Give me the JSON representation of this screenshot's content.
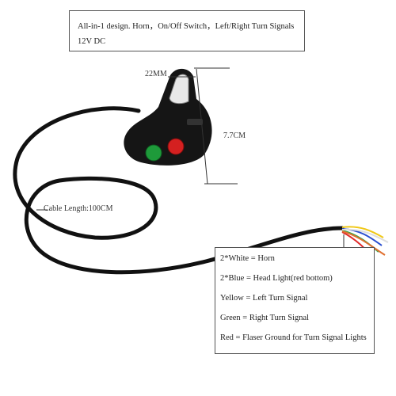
{
  "spec_box": {
    "line1": "All-in-1 design. Horn，On/Off Switch，Left/Right Turn Signals",
    "line2": "12V DC"
  },
  "dimensions": {
    "clamp": "22MM",
    "height": "7.7CM",
    "cable": "Cable Length:100CM"
  },
  "wiring": [
    "2*White = Horn",
    "2*Blue = Head Light(red bottom)",
    "Yellow = Left Turn Signal",
    "Green = Right Turn Signal",
    "Red = Flaser Ground for Turn Signal Lights"
  ],
  "colors": {
    "cable": "#111111",
    "button_green": "#1e9a3a",
    "button_red": "#d42020",
    "wire_white": "#f2f2f2",
    "wire_blue": "#2a4fd0",
    "wire_yellow": "#f0c818",
    "wire_green": "#2fa84a",
    "wire_red": "#e02a2a"
  }
}
